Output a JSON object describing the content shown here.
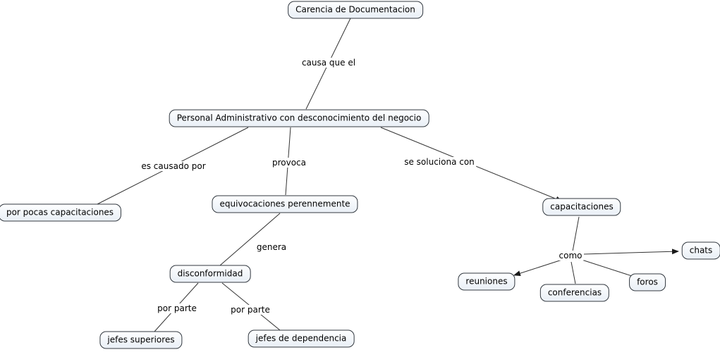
{
  "diagram": {
    "type": "concept-map",
    "background_color": "#ffffff",
    "node_fill_color": "#edf2f8",
    "node_border_color": "#30373f",
    "line_color": "#333333",
    "nodes": [
      {
        "id": "carencia-de-documentacion",
        "label": "Carencia de Documentacion"
      },
      {
        "id": "personal-administrativo",
        "label": "Personal Administrativo con desconocimiento del negocio"
      },
      {
        "id": "por-pocas-capacitaciones",
        "label": "por pocas capacitaciones"
      },
      {
        "id": "equivocaciones-perennemente",
        "label": "equivocaciones perennemente"
      },
      {
        "id": "capacitaciones",
        "label": "capacitaciones"
      },
      {
        "id": "disconformidad",
        "label": "disconformidad"
      },
      {
        "id": "reuniones",
        "label": "reuniones"
      },
      {
        "id": "conferencias",
        "label": "conferencias"
      },
      {
        "id": "foros",
        "label": "foros"
      },
      {
        "id": "chats",
        "label": "chats"
      },
      {
        "id": "jefes-superiores",
        "label": "jefes superiores"
      },
      {
        "id": "jefes-de-dependencia",
        "label": "jefes de dependencia"
      }
    ],
    "link_labels": [
      {
        "id": "causa-que-el",
        "label": "causa que el"
      },
      {
        "id": "es-causado-por",
        "label": "es causado por"
      },
      {
        "id": "provoca",
        "label": "provoca"
      },
      {
        "id": "se-soluciona-con",
        "label": "se soluciona con"
      },
      {
        "id": "genera",
        "label": "genera"
      },
      {
        "id": "como",
        "label": "como"
      },
      {
        "id": "por-parte-izq",
        "label": "por parte"
      },
      {
        "id": "por-parte-der",
        "label": "por parte"
      }
    ],
    "edges": [
      {
        "from": "carencia-de-documentacion",
        "to": "personal-administrativo",
        "label": "causa que el",
        "arrow": false
      },
      {
        "from": "personal-administrativo",
        "to": "por-pocas-capacitaciones",
        "label": "es causado por",
        "arrow": false
      },
      {
        "from": "personal-administrativo",
        "to": "equivocaciones-perennemente",
        "label": "provoca",
        "arrow": false
      },
      {
        "from": "personal-administrativo",
        "to": "capacitaciones",
        "label": "se soluciona con",
        "arrow": true
      },
      {
        "from": "equivocaciones-perennemente",
        "to": "disconformidad",
        "label": "genera",
        "arrow": false
      },
      {
        "from": "disconformidad",
        "to": "jefes-superiores",
        "label": "por parte",
        "arrow": false
      },
      {
        "from": "disconformidad",
        "to": "jefes-de-dependencia",
        "label": "por parte",
        "arrow": false
      },
      {
        "from": "capacitaciones",
        "to": "como",
        "label": "como",
        "arrow": false
      },
      {
        "from": "como",
        "to": "reuniones",
        "label": "",
        "arrow": true
      },
      {
        "from": "como",
        "to": "conferencias",
        "label": "",
        "arrow": false
      },
      {
        "from": "como",
        "to": "foros",
        "label": "",
        "arrow": false
      },
      {
        "from": "como",
        "to": "chats",
        "label": "",
        "arrow": true
      }
    ]
  }
}
